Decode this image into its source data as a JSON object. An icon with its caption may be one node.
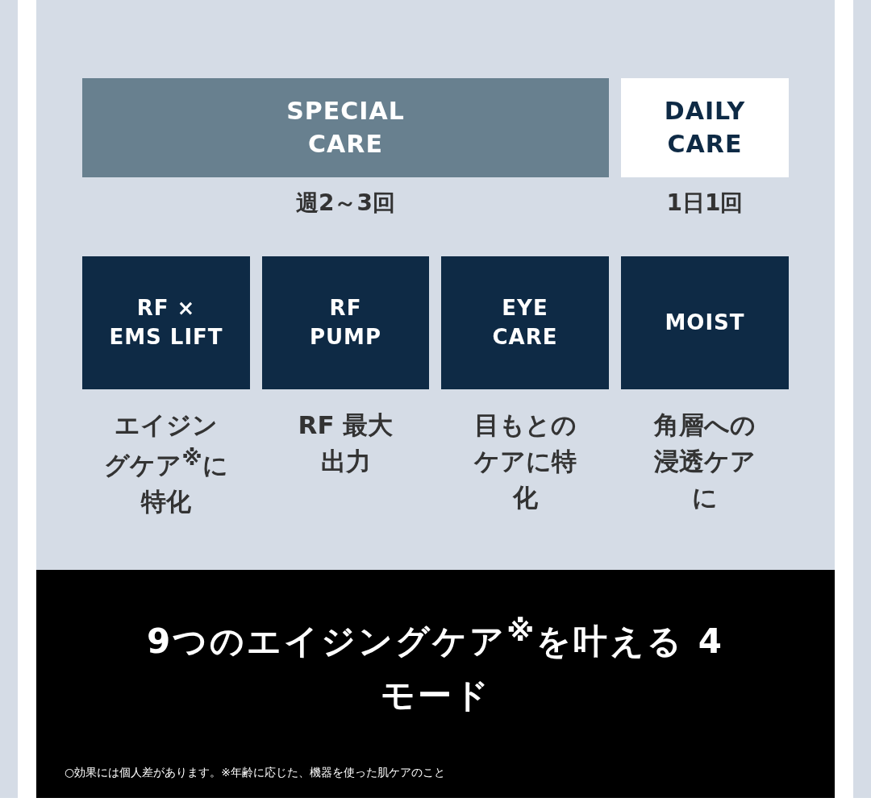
{
  "diagram": {
    "title": "9つのエイジングケア$^{※}$を叶える 4モード",
    "nodes": [
      {
        "text": [
          "SPECIAL CARE"
        ],
        "beside": [
          "週2～3回"
        ]
      },
      {
        "text": [
          "DAILY CARE"
        ],
        "beside": [
          "1日1回"
        ]
      },
      {
        "text": [
          "RF × EMS LIFT"
        ],
        "beside": [
          "エイジングケア$^{※}$に特化"
        ]
      },
      {
        "text": [
          "RF PUMP"
        ],
        "beside": [
          "RF 最大出力"
        ]
      },
      {
        "text": [
          "EYE CARE"
        ],
        "beside": [
          "目もとのケアに特化"
        ]
      },
      {
        "text": [
          "MOIST"
        ],
        "beside": [
          "角層への浸透ケアに"
        ]
      }
    ],
    "labels": [
      "○効果には個人差があります。※年齢に応じた、機器を使った肌ケアのこと"
    ]
  }
}
